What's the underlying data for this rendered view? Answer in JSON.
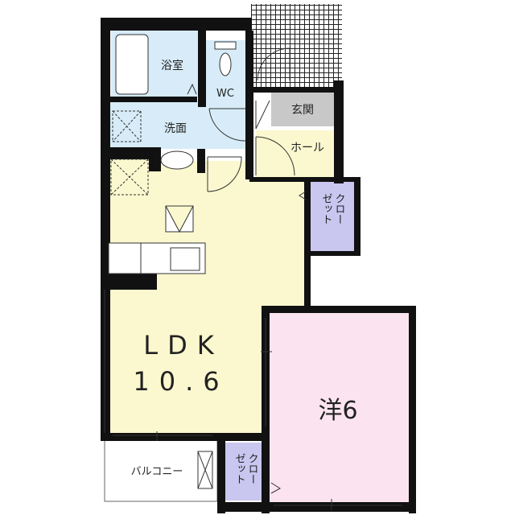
{
  "rooms": {
    "bath": "浴室",
    "wc": "WC",
    "washroom": "洗面",
    "entrance": "玄関",
    "hall": "ホール",
    "ldk_name": "LDK",
    "ldk_size": "10.6",
    "western_room": "洋6",
    "balcony": "バルコニー",
    "closet_top": {
      "col1": "クロー",
      "col2": "ゼット"
    },
    "closet_bottom": {
      "col1": "クロー",
      "col2": "ゼット"
    }
  },
  "colors": {
    "wet_area": "#d7ecf8",
    "ldk": "#fbf8cf",
    "western_room": "#fbe4ef",
    "closet": "#c9c7f0",
    "entrance": "#c8c8c8",
    "wall": "#111111"
  }
}
